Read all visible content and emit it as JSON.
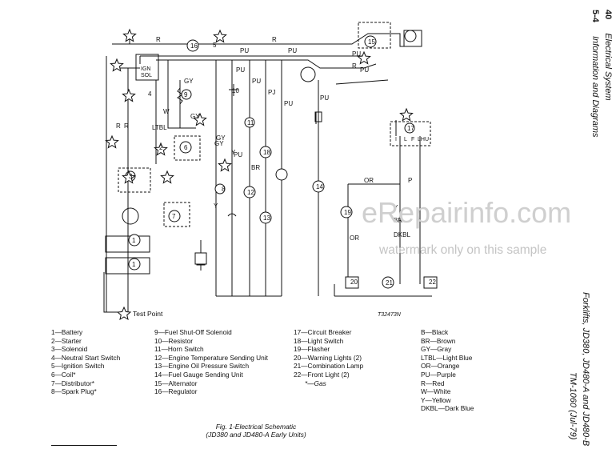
{
  "header_right": {
    "page": "40",
    "title": "Electrical System",
    "section": "5-4",
    "subtitle": "Information and Diagrams"
  },
  "footer_right": {
    "models": "Forklifts, JD380, JD480-A and JD480-B",
    "tm": "TM-1060  (Jul-79)"
  },
  "diagram": {
    "test_point_label": "Test Point",
    "figure_code": "T32473N",
    "wire_labels": [
      "R",
      "R",
      "PU",
      "PU",
      "PU",
      "PU",
      "R",
      "PU",
      "PU",
      "GY",
      "GY",
      "W",
      "R",
      "LTBL",
      "GY",
      "PU",
      "GY",
      "Y",
      "BR",
      "Y",
      "OR",
      "P",
      "Y",
      "OR",
      "DKBL",
      "BR",
      "R",
      "PJ",
      "PU",
      "PU"
    ],
    "component_numbers": [
      "1",
      "1",
      "2",
      "3",
      "4",
      "5",
      "6",
      "7",
      "8",
      "9",
      "10",
      "11",
      "12",
      "13",
      "14",
      "15",
      "16",
      "17",
      "18",
      "19",
      "20",
      "21",
      "22"
    ],
    "switch_labels": [
      "IGN",
      "SOL",
      "I",
      "L",
      "F",
      "LHU"
    ]
  },
  "legend": {
    "col1": [
      "1—Battery",
      "2—Starter",
      "3—Solenoid",
      "4—Neutral Start Switch",
      "5—Ignition Switch",
      "6—Coil*",
      "7—Distributor*",
      "8—Spark Plug*"
    ],
    "col2": [
      "9—Fuel Shut-Off Solenoid",
      "10—Resistor",
      "11—Horn Switch",
      "12—Engine Temperature Sending Unit",
      "13—Engine Oil Pressure Switch",
      "14—Fuel Gauge Sending Unit",
      "15—Alternator",
      "16—Regulator"
    ],
    "col3": [
      "17—Circuit Breaker",
      "18—Light Switch",
      "19—Flasher",
      "20—Warning Lights (2)",
      "21—Combination Lamp",
      "22—Front Light (2)",
      "*—Gas"
    ],
    "col4": [
      "B—Black",
      "BR—Brown",
      "GY—Gray",
      "LTBL—Light Blue",
      "OR—Orange",
      "PU—Purple",
      "R—Red",
      "W—White",
      "Y—Yellow",
      "DKBL—Dark Blue"
    ]
  },
  "caption": {
    "line1": "Fig. 1-Electrical Schematic",
    "line2": "(JD380 and JD480-A Early Units)"
  },
  "watermark": {
    "logo": "eRepairinfo.com",
    "note": "watermark only on this sample"
  }
}
